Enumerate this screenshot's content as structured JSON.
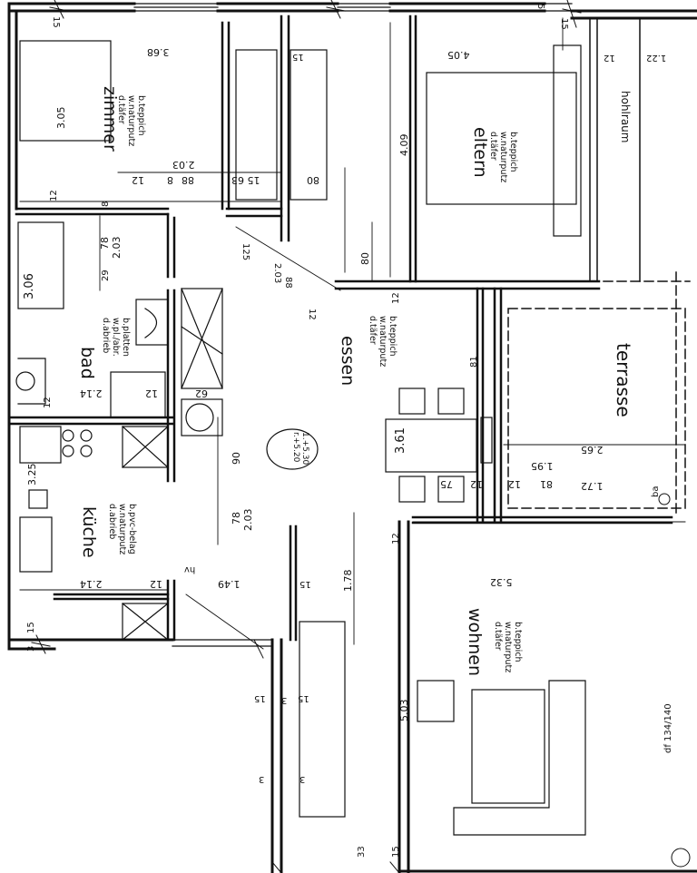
{
  "rooms": {
    "zimmer": {
      "name": "zimmer",
      "spec1": "b.teppich",
      "spec2": "w.naturputz",
      "spec3": "d.täfer"
    },
    "eltern": {
      "name": "eltern",
      "spec1": "b.teppich",
      "spec2": "w.naturputz",
      "spec3": "d.täfer"
    },
    "bad": {
      "name": "bad",
      "spec1": "b.platten",
      "spec2": "w.pl./abr.",
      "spec3": "d.abrieb"
    },
    "essen": {
      "name": "essen",
      "spec1": "b.teppich",
      "spec2": "w.naturputz",
      "spec3": "d.täfer"
    },
    "kueche": {
      "name": "küche",
      "spec1": "b.pvc-belag",
      "spec2": "w.naturputz",
      "spec3": "d.abrieb"
    },
    "wohnen": {
      "name": "wohnen",
      "spec1": "b.teppich",
      "spec2": "w.naturputz",
      "spec3": "d.täfer"
    },
    "terrasse": {
      "name": "terrasse"
    },
    "hohlraum": {
      "name": "hohlraum"
    }
  },
  "dimensions": {
    "d_3_68": "3.68",
    "d_3_05": "3.05",
    "d_15_top": "15",
    "d_15_zimmer": "15",
    "d_5_top": "5",
    "d_4_05": "4.05",
    "d_15_eltern": "15",
    "d_12_elt": "12",
    "d_1_22": "1.22",
    "d_4_09": "4.09",
    "d_2_03_a": "2.03",
    "d_12_a": "12",
    "d_88": "88",
    "d_8": "8",
    "d_15_63": "15 63",
    "d_80_a": "80",
    "d_12_zimmer": "12",
    "d_8_bad": "8",
    "d_78_a": "78",
    "d_2_03_b": "2.03",
    "d_29": "29",
    "d_3_06": "3.06",
    "d_125": "125",
    "d_88_b": "88",
    "d_2_03_c": "2.03",
    "d_12_e": "12",
    "d_80_b": "80",
    "d_12_c": "12",
    "d_2_14_a": "2.14",
    "d_12_bad": "12",
    "d_12_d": "12",
    "d_62": "62",
    "d_81": "81",
    "d_3_61": "3.61",
    "d_1_95": "1.95",
    "d_2_65": "2.65",
    "d_75": "75",
    "d_12_f": "12",
    "d_81_b": "81",
    "d_12_g": "12",
    "d_1_72": "1.72",
    "d_3_25": "3.25",
    "d_90": "90",
    "d_78_b": "78",
    "d_2_03_d": "2.03",
    "d_1_78": "1.78",
    "d_12_h": "12",
    "d_5_32": "5.32",
    "d_2_14_b": "2.14",
    "d_12_k": "12",
    "d_1_49": "1.49",
    "d_15_k": "15",
    "d_hv": "hv",
    "d_3_a": "3",
    "d_15_l": "15",
    "d_15_mid": "15",
    "d_3_mid": "3",
    "d_15_mid2": "15",
    "d_3_b": "3",
    "d_3_c": "3",
    "d_33": "33",
    "d_15_bot": "15",
    "d_5_03": "5.03",
    "d_df": "df 134/140",
    "d_ba": "ba"
  },
  "level_note": {
    "line1": "1.+5.30",
    "line2": "r.+5.20"
  }
}
